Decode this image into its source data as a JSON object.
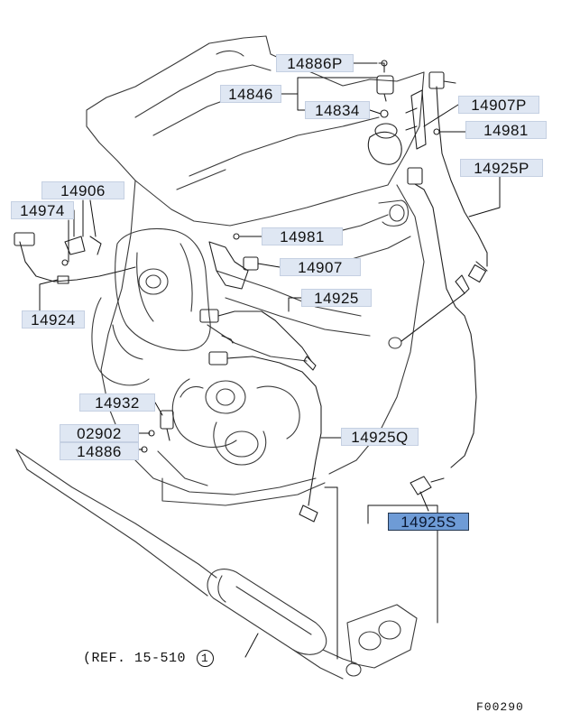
{
  "parts": [
    {
      "id": "p14886P",
      "label": "14886P",
      "selected": false
    },
    {
      "id": "p14846",
      "label": "14846",
      "selected": false
    },
    {
      "id": "p14834",
      "label": "14834",
      "selected": false
    },
    {
      "id": "p14907P",
      "label": "14907P",
      "selected": false
    },
    {
      "id": "p14981a",
      "label": "14981",
      "selected": false
    },
    {
      "id": "p14925P",
      "label": "14925P",
      "selected": false
    },
    {
      "id": "p14906",
      "label": "14906",
      "selected": false
    },
    {
      "id": "p14974",
      "label": "14974",
      "selected": false
    },
    {
      "id": "p14981b",
      "label": "14981",
      "selected": false
    },
    {
      "id": "p14907",
      "label": "14907",
      "selected": false
    },
    {
      "id": "p14925",
      "label": "14925",
      "selected": false
    },
    {
      "id": "p14924",
      "label": "14924",
      "selected": false
    },
    {
      "id": "p14932",
      "label": "14932",
      "selected": false
    },
    {
      "id": "p02902",
      "label": "02902",
      "selected": false
    },
    {
      "id": "p14886",
      "label": "14886",
      "selected": false
    },
    {
      "id": "p14925Q",
      "label": "14925Q",
      "selected": false
    },
    {
      "id": "p14925S",
      "label": "14925S",
      "selected": true
    }
  ],
  "reference": {
    "prefix": "(REF. 15-510",
    "number": "1",
    "suffix": ")"
  },
  "figure_code": "F00290",
  "colors": {
    "label_bg": "#dfe7f3",
    "selected_bg": "#6e9bd6",
    "line": "#1a1a1a"
  }
}
